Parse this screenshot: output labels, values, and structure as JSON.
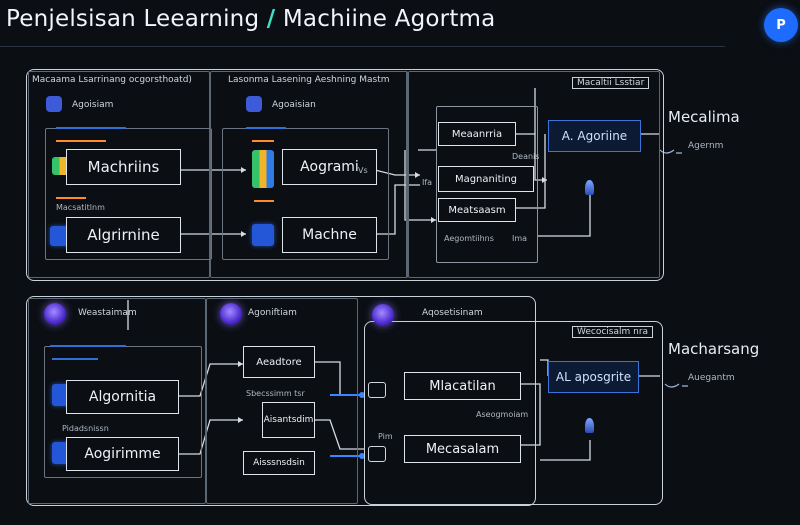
{
  "header": {
    "title_part1": "Penjelsisan Leearning",
    "title_sep": "/",
    "title_part2": "Machiine Agortma",
    "fab_label": "P"
  },
  "top": {
    "panel1": {
      "header": "Macaama Lsarrinang ocgorsthoatd)",
      "tag": "Agoisiam",
      "box1": "Machriins",
      "small1": "Macsatitlnm",
      "box2": "Algrirnine"
    },
    "panel2": {
      "header": "Lasonma Lasening Aeshning Mastm",
      "tag": "Agoaisian",
      "box1": "Aogrami",
      "box1_side": "Vs",
      "box2": "Machne"
    },
    "panel3": {
      "header": "Macaltii Lsstiar",
      "box1": "Meaanrria",
      "box1_note": "Deanis",
      "box2": "Magnaniting",
      "box3": "Meatsaasm",
      "label_bottom": "Aegomtiihns",
      "label_bottom2": "Ima",
      "io_label": "Ifa",
      "algo_box": "A. Agoriine",
      "right_title": "Mecalima",
      "right_sub": "Agernm"
    }
  },
  "bottom": {
    "panel1": {
      "header": "Weastaimam",
      "box1": "Algornitia",
      "box2": "Aogirimme",
      "small": "Pidadsnissn"
    },
    "panel2": {
      "header": "Agoniftiam",
      "box_a": "Aeadtore",
      "box_b_label": "Sbecssimm tsr",
      "box_b": "Aisantsdim",
      "box_c": "Aisssnsdsin"
    },
    "panel3": {
      "header": "Aqosetisinam",
      "top_label": "Wecocisalm nra",
      "box1": "Mlacatilan",
      "box1_note": "Aseogmoiam",
      "box2": "Mecasalam",
      "io_label": "Pim",
      "algo_box": "AL aposgrite",
      "right_title": "Macharsang",
      "right_sub": "Auegantm"
    }
  },
  "colors": {
    "background": "#0b0f14",
    "accent_blue": "#2f6fd6",
    "accent_orange": "#ff8a2a",
    "accent_teal": "#3fe0c5"
  }
}
